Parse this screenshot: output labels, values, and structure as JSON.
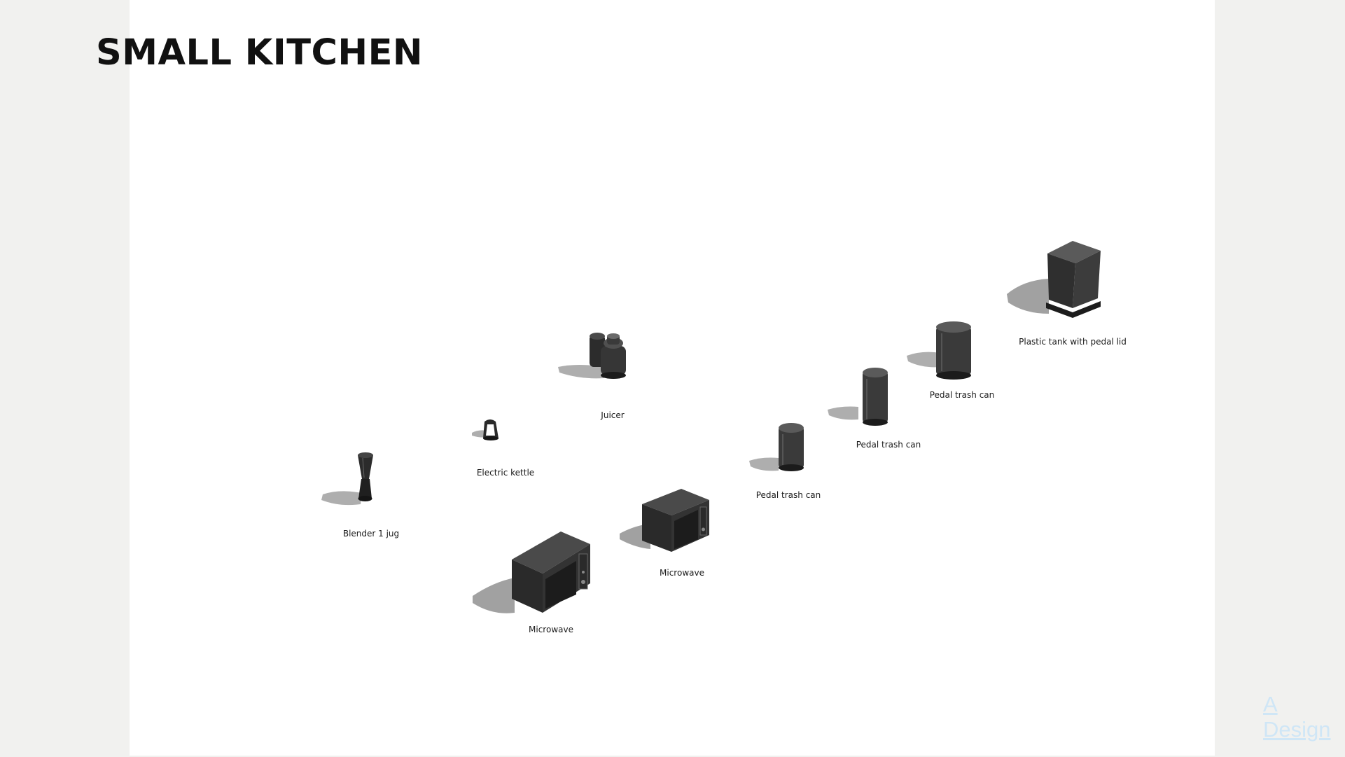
{
  "page": {
    "title": "SMALL KITCHEN"
  },
  "items": [
    {
      "name": "Blender 1 jug",
      "icon": "blender-icon"
    },
    {
      "name": "Electric kettle",
      "icon": "kettle-icon"
    },
    {
      "name": "Juicer",
      "icon": "juicer-icon"
    },
    {
      "name": "Microwave",
      "icon": "microwave-icon"
    },
    {
      "name": "Microwave",
      "icon": "microwave-icon"
    },
    {
      "name": "Pedal trash can",
      "icon": "trash-can-icon"
    },
    {
      "name": "Pedal trash can",
      "icon": "trash-can-icon"
    },
    {
      "name": "Pedal trash can",
      "icon": "trash-can-icon"
    },
    {
      "name": "Plastic tank with pedal lid",
      "icon": "pedal-bin-icon"
    }
  ],
  "brand": {
    "line1": "A",
    "line2": "Design"
  },
  "colors": {
    "background": "#f1f1ef",
    "canvas": "#ffffff",
    "appliance": "#2f2f2f",
    "shadow": "#8c8c8c",
    "brand": "#cfe6f6"
  }
}
